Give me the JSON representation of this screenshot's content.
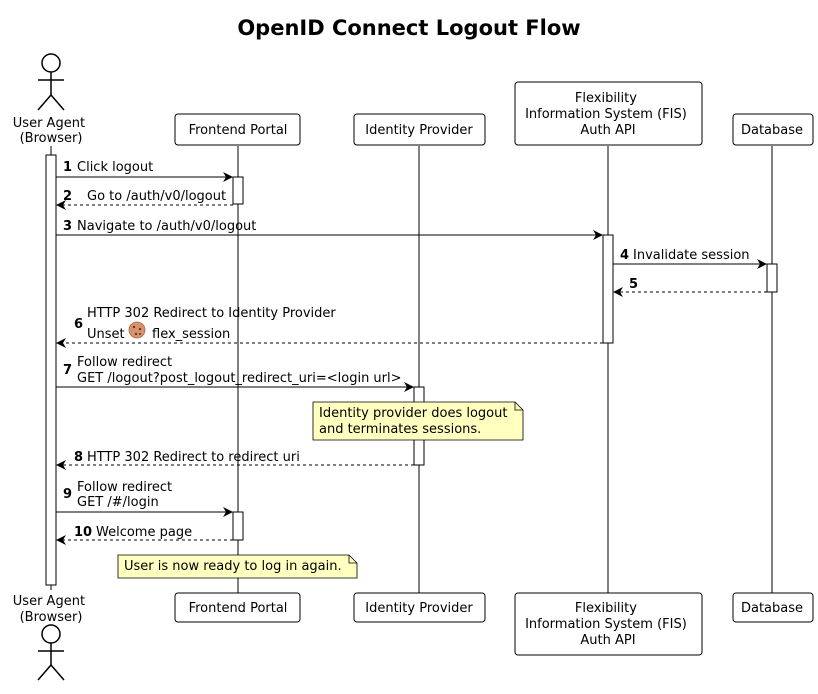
{
  "title": "OpenID Connect Logout Flow",
  "participants": {
    "user_agent": [
      "User Agent",
      "(Browser)"
    ],
    "frontend": [
      "Frontend Portal"
    ],
    "idp": [
      "Identity Provider"
    ],
    "fis": [
      "Flexibility",
      "Information System (FIS)",
      "Auth API"
    ],
    "db": [
      "Database"
    ]
  },
  "messages": [
    {
      "num": "1",
      "lines": [
        "Click logout"
      ]
    },
    {
      "num": "2",
      "lines": [
        "Go to /auth/v0/logout"
      ]
    },
    {
      "num": "3",
      "lines": [
        "Navigate to /auth/v0/logout"
      ]
    },
    {
      "num": "4",
      "lines": [
        "Invalidate session"
      ]
    },
    {
      "num": "5",
      "lines": [
        ""
      ]
    },
    {
      "num": "6",
      "lines": [
        "HTTP 302 Redirect to Identity Provider",
        "Unset",
        "flex_session"
      ]
    },
    {
      "num": "7",
      "lines": [
        "Follow redirect",
        "GET /logout?post_logout_redirect_uri=<login url>"
      ]
    },
    {
      "num": "8",
      "lines": [
        "HTTP 302 Redirect to redirect uri"
      ]
    },
    {
      "num": "9",
      "lines": [
        "Follow redirect",
        "GET /#/login"
      ]
    },
    {
      "num": "10",
      "lines": [
        "Welcome page"
      ]
    }
  ],
  "notes": {
    "idp_note": [
      "Identity provider does logout",
      "and terminates sessions."
    ],
    "user_note": [
      "User is now ready to log in again."
    ]
  },
  "icons": {
    "cookie": "cookie-icon",
    "actor": "stick-figure-icon"
  }
}
